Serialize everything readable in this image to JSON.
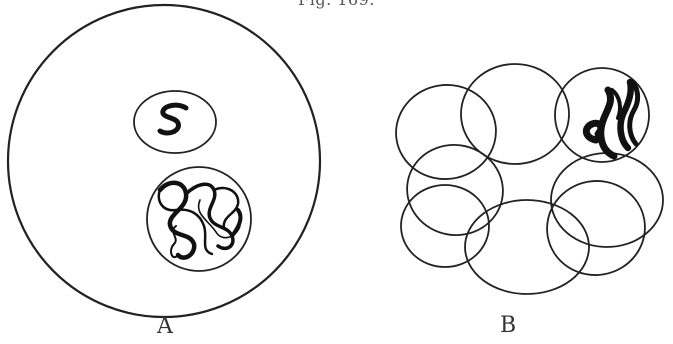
{
  "figure": {
    "title": "Fig. 169.",
    "panels": [
      {
        "label": "A"
      },
      {
        "label": "B"
      }
    ],
    "colors": {
      "ink": "#222222",
      "background": "#ffffff"
    }
  }
}
